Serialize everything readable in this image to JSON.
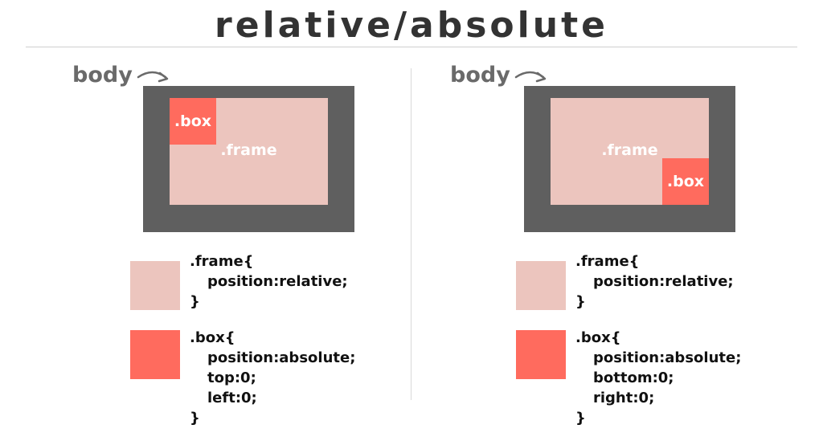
{
  "title": "relative/absolute",
  "colors": {
    "body": "#5f5f5f",
    "frame": "#ecc5be",
    "box": "#ff6b5e",
    "text_dark": "#111111",
    "label_gray": "#6a6a6a"
  },
  "panels": [
    {
      "body_label": "body",
      "arrow_icon": "curved-arrow-icon",
      "frame_label": ".frame",
      "box_label": ".box",
      "box_corner": "top-left",
      "frame_code": [
        ".frame{",
        "position:relative;",
        "}"
      ],
      "box_code": [
        ".box{",
        "position:absolute;",
        "top:0;",
        "left:0;",
        "}"
      ]
    },
    {
      "body_label": "body",
      "arrow_icon": "curved-arrow-icon",
      "frame_label": ".frame",
      "box_label": ".box",
      "box_corner": "bottom-right",
      "frame_code": [
        ".frame{",
        "position:relative;",
        "}"
      ],
      "box_code": [
        ".box{",
        "position:absolute;",
        "bottom:0;",
        "right:0;",
        "}"
      ]
    }
  ]
}
